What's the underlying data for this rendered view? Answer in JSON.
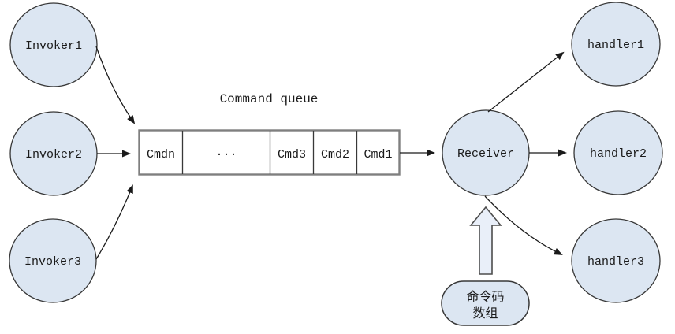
{
  "diagram": {
    "invokers": [
      "Invoker1",
      "Invoker2",
      "Invoker3"
    ],
    "queue": {
      "title": "Command queue",
      "cells": [
        "Cmdn",
        "···",
        "Cmd3",
        "Cmd2",
        "Cmd1"
      ]
    },
    "receiver": "Receiver",
    "handlers": [
      "handler1",
      "handler2",
      "handler3"
    ],
    "code_array_box": {
      "line1": "命令码",
      "line2": "数组"
    }
  },
  "colors": {
    "node_fill": "#dce6f2",
    "node_stroke": "#383838",
    "queue_border": "#7f7f7f",
    "arrow": "#1a1a1a",
    "fat_arrow_fill": "#e9eff9",
    "background": "#ffffff"
  }
}
